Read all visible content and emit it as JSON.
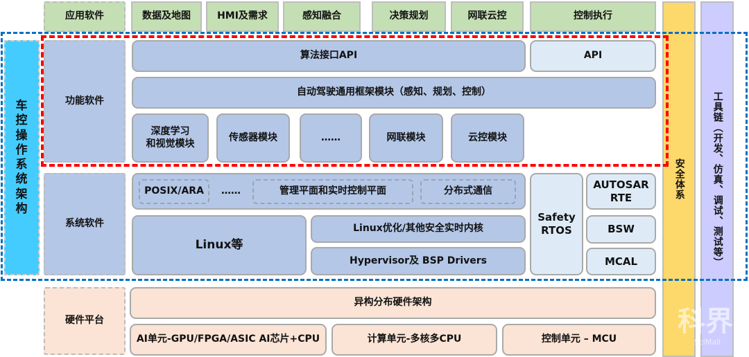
{
  "top_row": [
    "应用软件",
    "数据及地图",
    "HMI及需求",
    "感知融合",
    "决策规划",
    "网联云控",
    "控制执行"
  ],
  "side": {
    "safety": "安全体系",
    "toolchain": "工具链（开发、仿真、调试、测试等）"
  },
  "os_label": "车控操作系统架构",
  "functional": {
    "label": "功能软件",
    "algo_api": "算法接口API",
    "api": "API",
    "framework": "自动驾驶通用框架模块（感知、规划、控制）",
    "modules": [
      "深度学习\n和视觉模块",
      "传感器模块",
      "……",
      "网联模块",
      "云控模块"
    ]
  },
  "system": {
    "label": "系统软件",
    "posix": "POSIX/ARA",
    "dots": "……",
    "mgmt": "管理平面和实时控制平面",
    "dist": "分布式通信",
    "linux": "Linux等",
    "linux_opt": "Linux优化/其他安全实时内核",
    "hypervisor": "Hypervisor及 BSP Drivers",
    "safety_rtos": "Safety\nRTOS",
    "autosar": "AUTOSAR\nRTE",
    "bsw": "BSW",
    "mcal": "MCAL"
  },
  "hardware": {
    "label": "硬件平台",
    "hetero": "异构分布硬件架构",
    "ai": "AI单元-GPU/FPGA/ASIC AI芯片+CPU",
    "compute": "计算单元-多核多CPU",
    "control": "控制单元 – MCU"
  },
  "watermark": {
    "cn": "科界",
    "en": "SciMall"
  },
  "colors": {
    "green": "#C5DFB4",
    "blue": "#B4C7E7",
    "light_blue": "#DEEBF7",
    "peach": "#FBE4D5",
    "cyan": "#45CCFF",
    "yellow": "#FDD86A",
    "lavender": "#CCCCFF",
    "red_dash": "#FF0000",
    "blue_dash": "#0070C0"
  }
}
